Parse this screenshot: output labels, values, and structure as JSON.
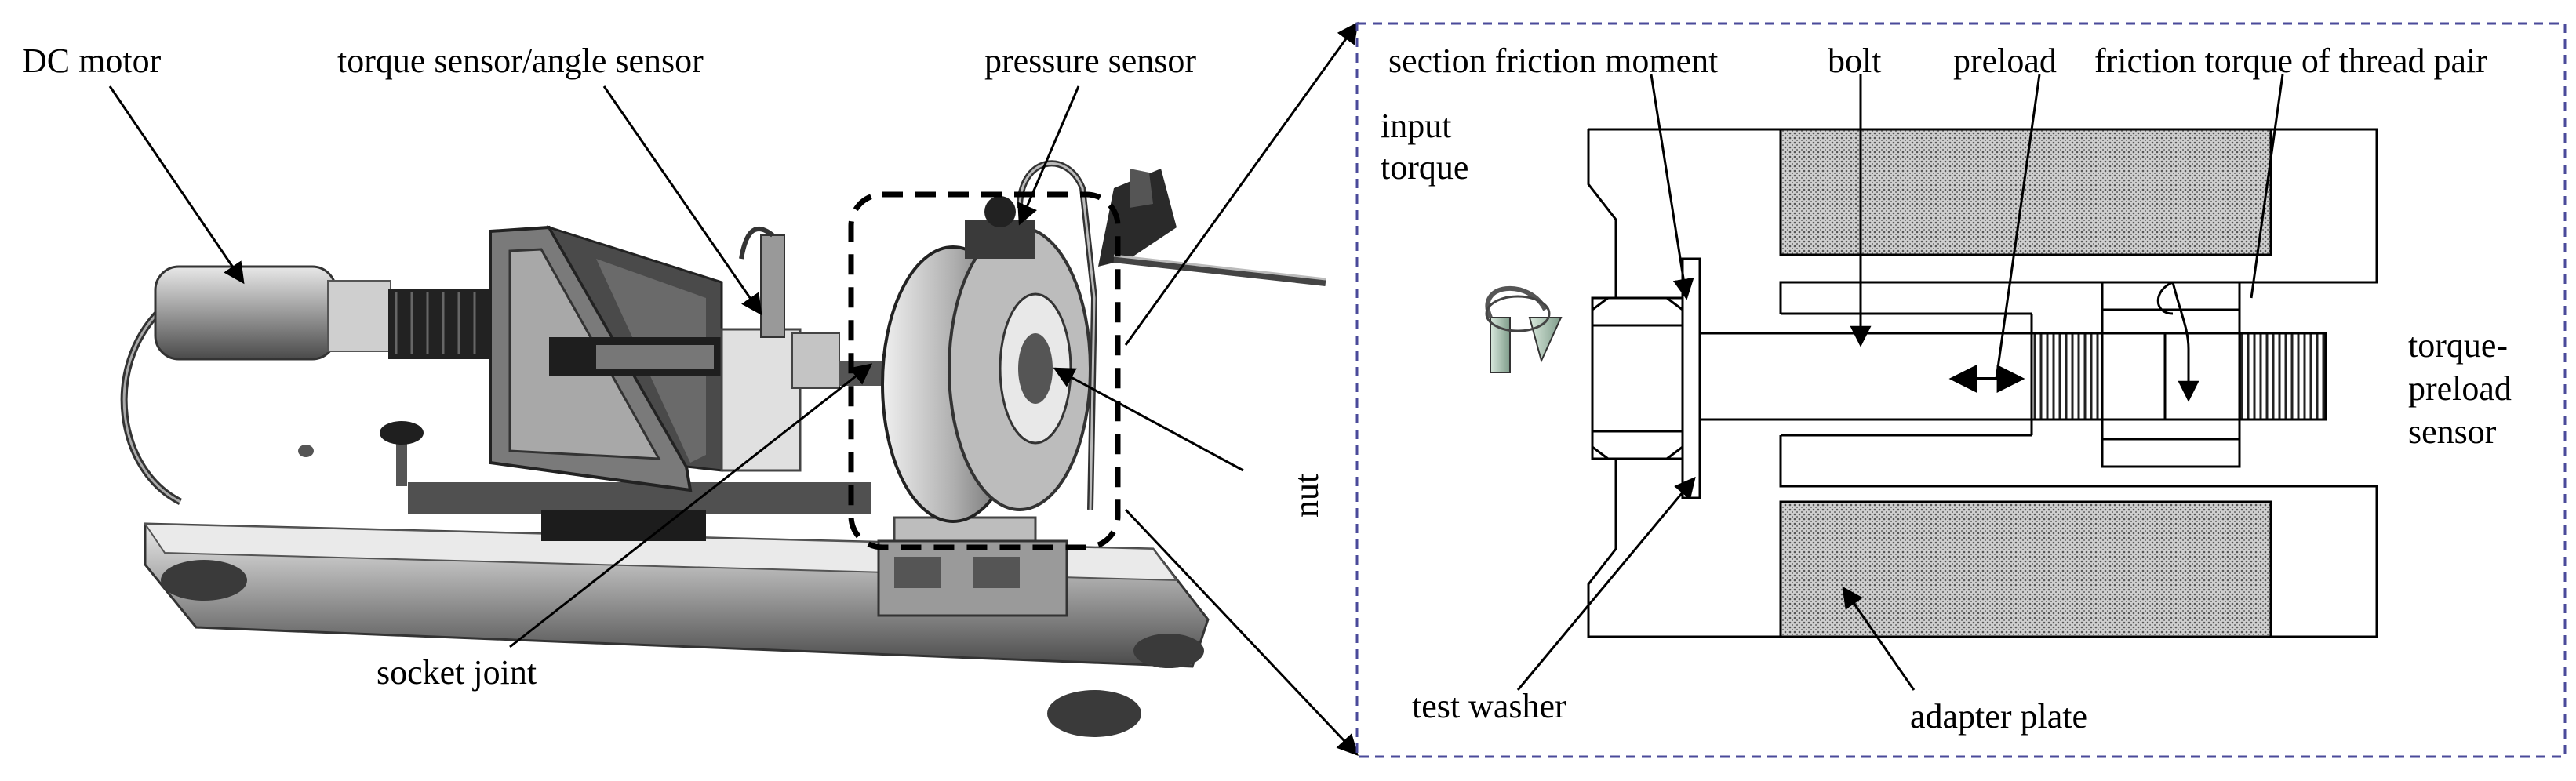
{
  "left_panel": {
    "labels": {
      "dc_motor": "DC motor",
      "torque_angle_sensor": "torque sensor/angle sensor",
      "pressure_sensor": "pressure sensor",
      "socket_joint": "socket joint",
      "nut": "nut"
    }
  },
  "right_panel": {
    "labels": {
      "section_friction_moment": "section friction moment",
      "bolt": "bolt",
      "preload": "preload",
      "friction_torque_thread_pair": "friction torque of thread pair",
      "input_torque_line1": "input",
      "input_torque_line2": "torque",
      "torque_preload_line1": "torque-",
      "torque_preload_line2": "preload",
      "torque_preload_line3": "sensor",
      "test_washer": "test washer",
      "adapter_plate": "adapter plate"
    }
  },
  "colors": {
    "panel_border": "#4a4a9a",
    "photo_gray": "#b8b8b8",
    "arrow": "#8aa89a"
  }
}
